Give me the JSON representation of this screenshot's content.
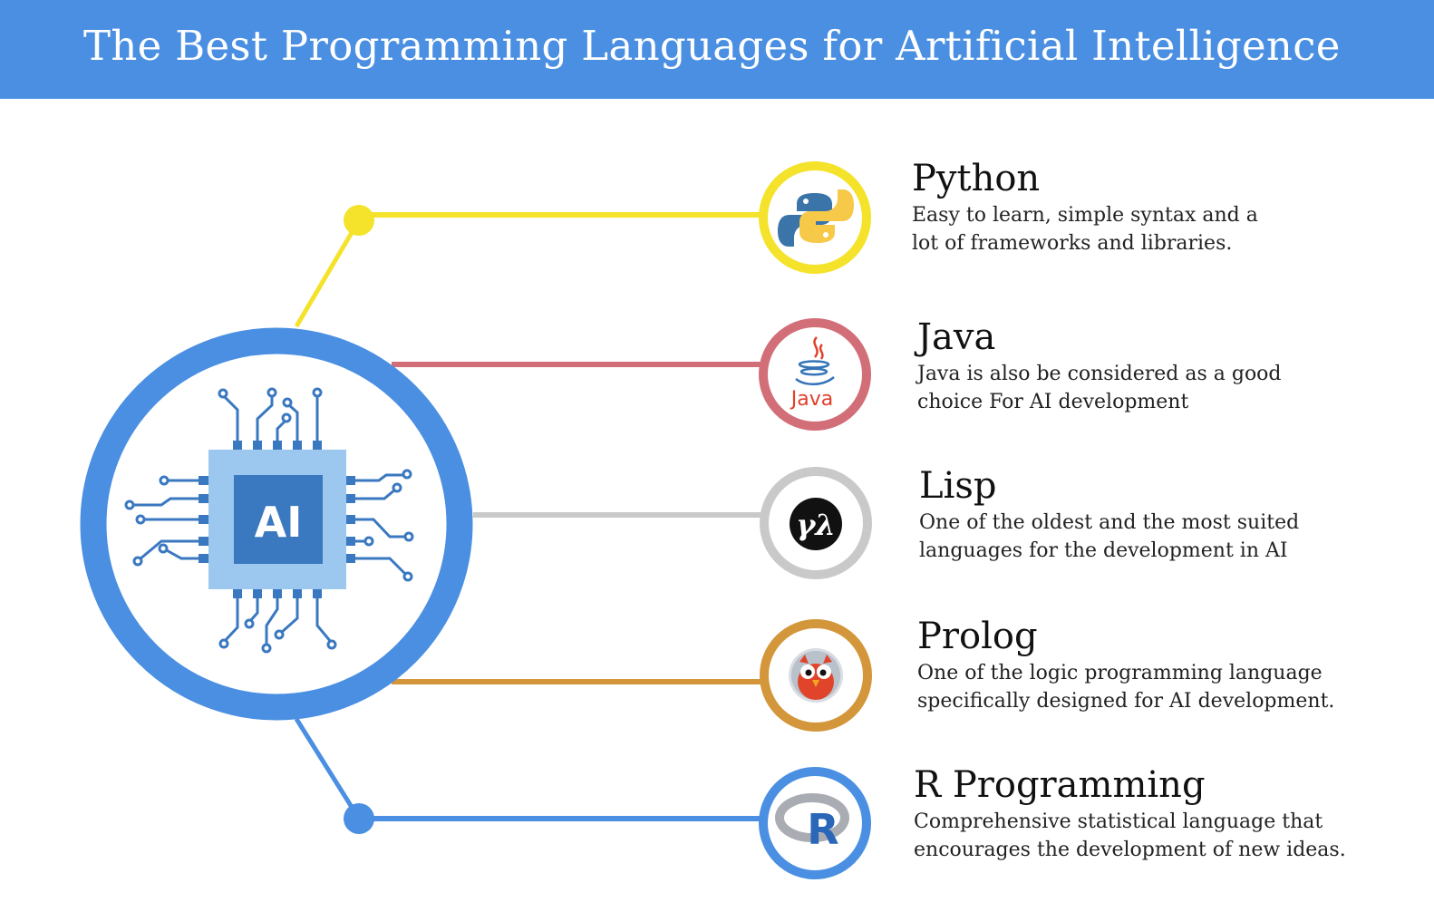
{
  "header": {
    "title": "The Best Programming Languages for Artificial Intelligence",
    "background": "#4a8fe2"
  },
  "hub": {
    "label": "AI",
    "ring_color": "#4a8fe2",
    "chip_color": "#3a78c0",
    "chip_pad_color": "#9cc7ee",
    "trace_color": "#3a78c0"
  },
  "languages": [
    {
      "name": "Python",
      "description": "Easy to learn, simple syntax and a\nlot of frameworks and libraries.",
      "color": "#f4e32a",
      "icon": "python-logo-icon"
    },
    {
      "name": "Java",
      "description": "Java is also be considered as a good\nchoice For AI development",
      "color": "#d26e78",
      "icon": "java-logo-icon",
      "logo_text": "Java"
    },
    {
      "name": "Lisp",
      "description": "One of the oldest and the most suited\nlanguages for the development in AI",
      "color": "#c9c9c9",
      "icon": "lisp-logo-icon"
    },
    {
      "name": "Prolog",
      "description": "One of the logic programming language\nspecifically designed for AI development.",
      "color": "#d3963a",
      "icon": "prolog-owl-logo-icon"
    },
    {
      "name": "R Programming",
      "description": "Comprehensive statistical language that\nencourages the development of new ideas.",
      "color": "#4a8fe2",
      "icon": "r-logo-icon",
      "logo_text": "R"
    }
  ]
}
